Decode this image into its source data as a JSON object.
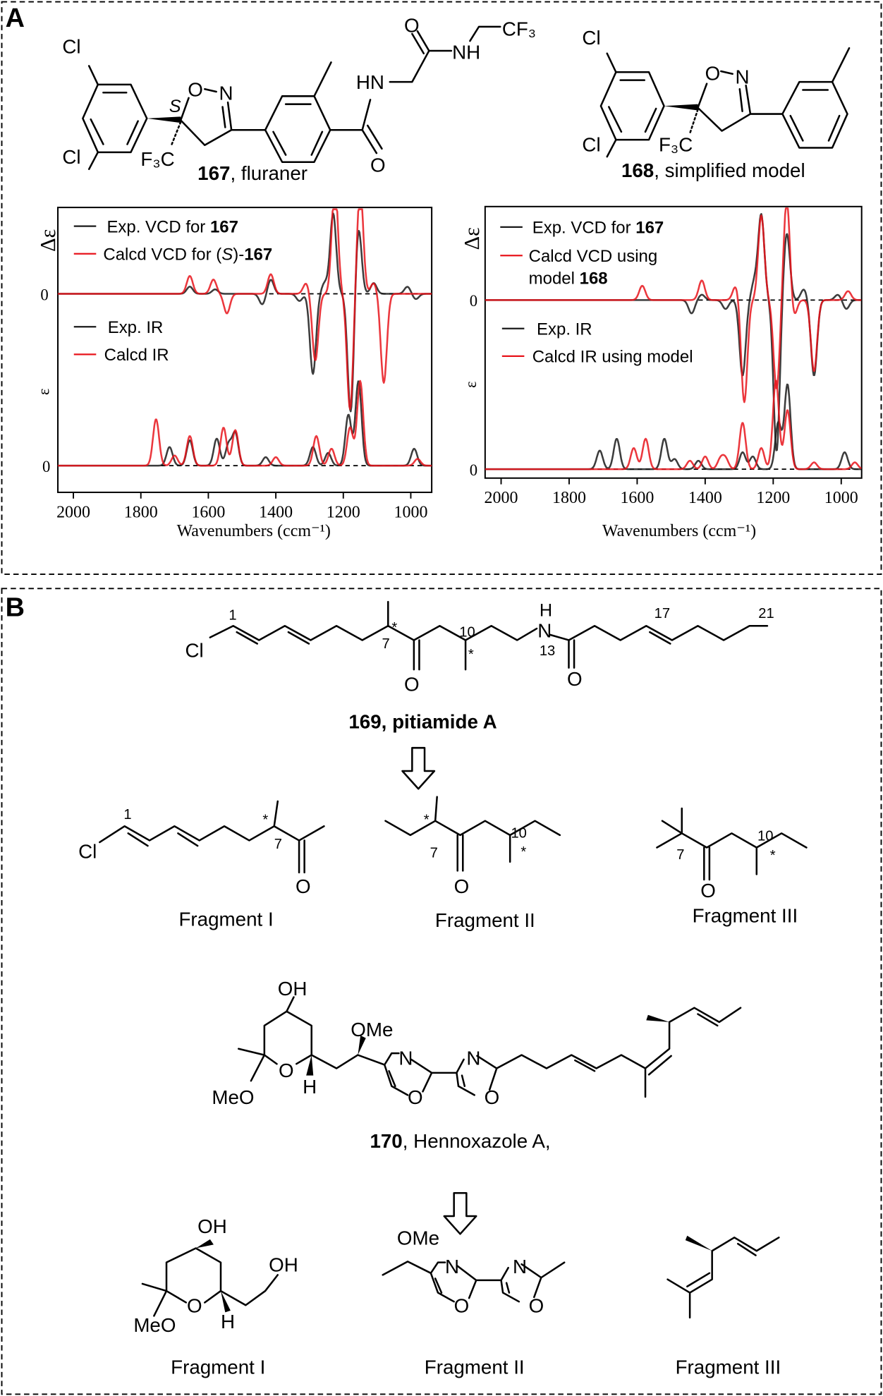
{
  "panel_a": {
    "label": "A",
    "compound_167": {
      "atoms": [
        "Cl",
        "Cl",
        "O",
        "N",
        "S",
        "F₃C",
        "HN",
        "O",
        "O",
        "NH",
        "CF₃"
      ],
      "caption_number": "167",
      "caption_text": ", fluraner"
    },
    "compound_168": {
      "atoms": [
        "Cl",
        "Cl",
        "O",
        "N",
        "F₃C"
      ],
      "caption_number": "168",
      "caption_text": ", simplified model"
    }
  },
  "panel_b": {
    "label": "B",
    "compound_169": {
      "atoms": [
        "Cl",
        "O",
        "O",
        "H",
        "N",
        "*",
        "*"
      ],
      "locants": [
        "1",
        "7",
        "10",
        "13",
        "17",
        "21"
      ],
      "caption": "169, pitiamide A"
    },
    "fragments_169": [
      {
        "name": "Fragment I",
        "atoms": [
          "Cl",
          "O",
          "*"
        ],
        "locants": [
          "1",
          "7"
        ]
      },
      {
        "name": "Fragment II",
        "atoms": [
          "O",
          "*",
          "*"
        ],
        "locants": [
          "7",
          "10"
        ]
      },
      {
        "name": "Fragment III",
        "atoms": [
          "O",
          "*"
        ],
        "locants": [
          "7",
          "10"
        ]
      }
    ],
    "compound_170": {
      "atoms": [
        "OH",
        "O",
        "MeO",
        "H",
        "OMe",
        "N",
        "O",
        "N",
        "O"
      ],
      "caption_number": "170",
      "caption_text": ", Hennoxazole A,"
    },
    "fragments_170": [
      {
        "name": "Fragment I",
        "atoms": [
          "OH",
          "OH",
          "O",
          "MeO",
          "H"
        ]
      },
      {
        "name": "Fragment II",
        "atoms": [
          "OMe",
          "N",
          "O",
          "N",
          "O"
        ]
      },
      {
        "name": "Fragment III",
        "atoms": []
      }
    ]
  },
  "chart_data": [
    {
      "type": "line",
      "xlabel": "Wavenumbers (ccm⁻¹)",
      "ylabel_top": "Δε",
      "ylabel_bottom": "ε",
      "xlim": [
        2046,
        938
      ],
      "x_reversed": true,
      "xticks": [
        "2000",
        "1800",
        "1600",
        "1400",
        "1200",
        "1000"
      ],
      "xtick_values": [
        2000,
        1800,
        1600,
        1400,
        1200,
        1000
      ],
      "yticks": [
        "0",
        "0"
      ],
      "legend_top": [
        {
          "prefix": "Exp. VCD for ",
          "bold": "167",
          "suffix": "",
          "color": "#1a1a1a"
        },
        {
          "prefix": "Calcd VCD for (",
          "italic": "S",
          "mid": ")-",
          "bold": "167",
          "color": "#e8141b"
        }
      ],
      "legend_bottom": [
        {
          "text": "Exp. IR",
          "color": "#1a1a1a"
        },
        {
          "text": "Calcd IR",
          "color": "#e8141b"
        }
      ],
      "series": [
        {
          "name": "Exp. VCD for 167",
          "panel": "VCD",
          "color": "#1a1a1a",
          "peaks": [
            [
              1655,
              0.08
            ],
            [
              1580,
              0.05
            ],
            [
              1440,
              -0.12
            ],
            [
              1415,
              0.16
            ],
            [
              1330,
              -0.08
            ],
            [
              1290,
              -0.9
            ],
            [
              1255,
              0.12
            ],
            [
              1230,
              0.9
            ],
            [
              1178,
              -1.35
            ],
            [
              1155,
              0.75
            ],
            [
              1110,
              0.12
            ],
            [
              1010,
              0.08
            ],
            [
              985,
              -0.06
            ]
          ]
        },
        {
          "name": "Calcd VCD for (S)-167",
          "panel": "VCD",
          "color": "#e8141b",
          "peaks": [
            [
              1655,
              0.2
            ],
            [
              1585,
              0.16
            ],
            [
              1545,
              -0.22
            ],
            [
              1415,
              0.22
            ],
            [
              1310,
              0.12
            ],
            [
              1283,
              -0.75
            ],
            [
              1225,
              1.25
            ],
            [
              1180,
              -1.3
            ],
            [
              1150,
              1.2
            ],
            [
              1110,
              0.12
            ],
            [
              1080,
              -1.0
            ]
          ]
        },
        {
          "name": "Exp. IR",
          "panel": "IR",
          "color": "#1a1a1a",
          "peaks": [
            [
              1715,
              0.22
            ],
            [
              1655,
              0.3
            ],
            [
              1575,
              0.32
            ],
            [
              1540,
              0.25
            ],
            [
              1520,
              0.38
            ],
            [
              1430,
              0.1
            ],
            [
              1290,
              0.22
            ],
            [
              1245,
              0.15
            ],
            [
              1185,
              0.6
            ],
            [
              1155,
              1.0
            ],
            [
              990,
              0.2
            ]
          ]
        },
        {
          "name": "Calcd IR",
          "panel": "IR",
          "color": "#e8141b",
          "peaks": [
            [
              1755,
              0.55
            ],
            [
              1700,
              0.12
            ],
            [
              1655,
              0.35
            ],
            [
              1555,
              0.45
            ],
            [
              1520,
              0.42
            ],
            [
              1400,
              0.1
            ],
            [
              1280,
              0.35
            ],
            [
              1235,
              0.2
            ],
            [
              1180,
              0.45
            ],
            [
              1150,
              1.0
            ],
            [
              980,
              0.08
            ]
          ]
        }
      ]
    },
    {
      "type": "line",
      "xlabel": "Wavenumbers (ccm⁻¹)",
      "ylabel_top": "Δε",
      "ylabel_bottom": "ε",
      "xlim": [
        2047,
        940
      ],
      "x_reversed": true,
      "xticks": [
        "2000",
        "1800",
        "1600",
        "1400",
        "1200",
        "1000"
      ],
      "xtick_values": [
        2000,
        1800,
        1600,
        1400,
        1200,
        1000
      ],
      "yticks": [
        "0",
        "0"
      ],
      "legend_top": [
        {
          "prefix": "Exp. VCD for ",
          "bold": "167",
          "suffix": "",
          "color": "#1a1a1a"
        },
        {
          "prefix": "Calcd VCD using",
          "line2": "model ",
          "bold": "168",
          "color": "#e8141b"
        }
      ],
      "legend_bottom": [
        {
          "text": "Exp. IR",
          "color": "#1a1a1a"
        },
        {
          "text": "Calcd IR using model",
          "color": "#e8141b"
        }
      ],
      "series": [
        {
          "name": "Exp. VCD for 167",
          "panel": "VCD",
          "color": "#1a1a1a",
          "peaks": [
            [
              1440,
              -0.15
            ],
            [
              1410,
              0.06
            ],
            [
              1340,
              -0.1
            ],
            [
              1290,
              -0.85
            ],
            [
              1255,
              0.2
            ],
            [
              1235,
              0.95
            ],
            [
              1190,
              -1.7
            ],
            [
              1160,
              0.75
            ],
            [
              1110,
              0.12
            ],
            [
              1080,
              -0.85
            ],
            [
              1010,
              0.06
            ],
            [
              985,
              -0.1
            ]
          ]
        },
        {
          "name": "Calcd VCD using model 168",
          "panel": "VCD",
          "color": "#e8141b",
          "peaks": [
            [
              1585,
              0.16
            ],
            [
              1410,
              0.22
            ],
            [
              1310,
              0.16
            ],
            [
              1285,
              -1.15
            ],
            [
              1235,
              0.95
            ],
            [
              1190,
              -1.0
            ],
            [
              1160,
              1.15
            ],
            [
              1140,
              -0.2
            ],
            [
              1080,
              -0.8
            ],
            [
              980,
              0.1
            ]
          ]
        },
        {
          "name": "Exp. IR",
          "panel": "IR",
          "color": "#1a1a1a",
          "peaks": [
            [
              1710,
              0.22
            ],
            [
              1660,
              0.36
            ],
            [
              1520,
              0.36
            ],
            [
              1490,
              0.12
            ],
            [
              1420,
              0.1
            ],
            [
              1290,
              0.2
            ],
            [
              1260,
              0.15
            ],
            [
              1185,
              0.55
            ],
            [
              1158,
              1.0
            ],
            [
              990,
              0.2
            ]
          ]
        },
        {
          "name": "Calcd IR using model",
          "panel": "IR",
          "color": "#e8141b",
          "peaks": [
            [
              1610,
              0.25
            ],
            [
              1575,
              0.36
            ],
            [
              1445,
              0.1
            ],
            [
              1400,
              0.15
            ],
            [
              1355,
              0.12
            ],
            [
              1340,
              0.12
            ],
            [
              1290,
              0.55
            ],
            [
              1235,
              0.25
            ],
            [
              1192,
              1.05
            ],
            [
              1158,
              0.7
            ],
            [
              1080,
              0.08
            ],
            [
              960,
              0.08
            ]
          ]
        }
      ]
    }
  ]
}
